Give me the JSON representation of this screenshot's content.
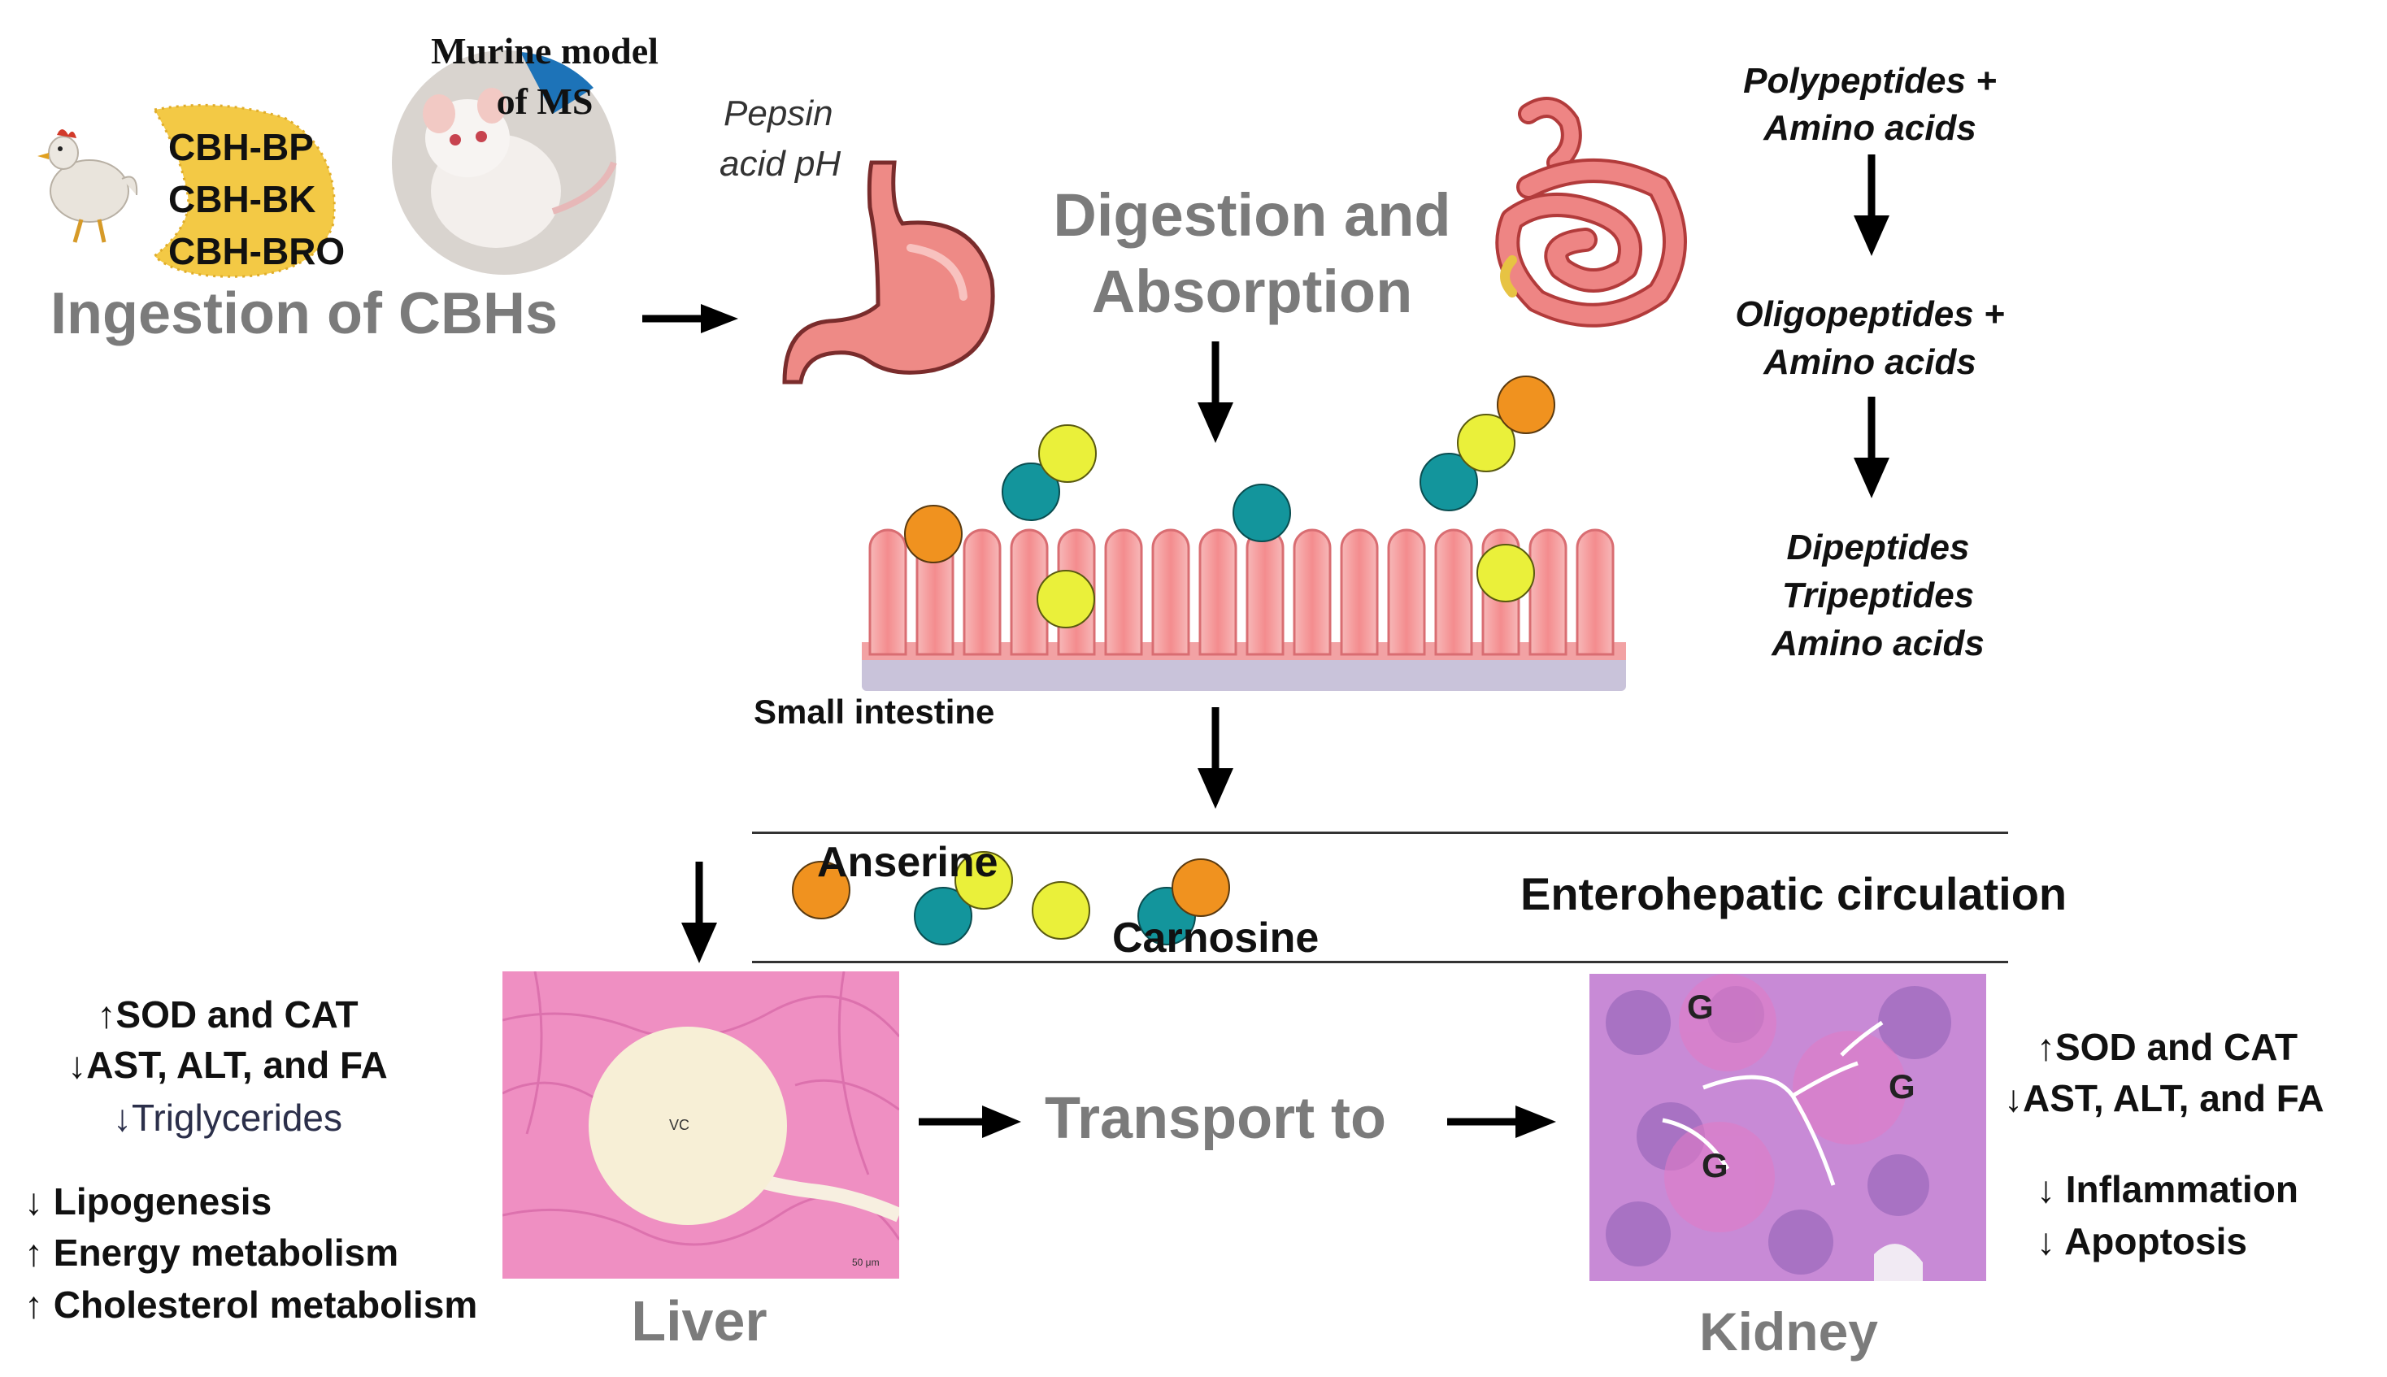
{
  "ingestion": {
    "model_line1": "Murine model",
    "model_line2": "of MS",
    "products": [
      "CBH-BP",
      "CBH-BK",
      "CBH-BRO"
    ],
    "title": "Ingestion of CBHs"
  },
  "stomach": {
    "line1": "Pepsin",
    "line2": "acid pH"
  },
  "digestion": {
    "line1": "Digestion and",
    "line2": "Absorption"
  },
  "peptides": {
    "step1": [
      "Polypeptides +",
      "Amino acids"
    ],
    "step2": [
      "Oligopeptides +",
      "Amino acids"
    ],
    "step3": [
      "Dipeptides",
      "Tripeptides",
      "Amino acids"
    ]
  },
  "intestine": {
    "label": "Small intestine"
  },
  "circulation": {
    "anserine": "Anserine",
    "carnosine": "Carnosine",
    "label": "Enterohepatic circulation"
  },
  "liver": {
    "label": "Liver",
    "vc": "VC",
    "scale": "50 μm",
    "effects_top": [
      "↑SOD and CAT",
      "↓AST, ALT, and FA",
      "↓Triglycerides"
    ],
    "effects_bottom": [
      "↓ Lipogenesis",
      "↑ Energy metabolism",
      "↑ Cholesterol metabolism"
    ]
  },
  "transport": {
    "label": "Transport to"
  },
  "kidney": {
    "label": "Kidney",
    "glomerulus": [
      "G",
      "G",
      "G"
    ],
    "effects_top": [
      "↑SOD and CAT",
      "↓AST, ALT, and FA"
    ],
    "effects_bottom": [
      "↓ Inflammation",
      "↓ Apoptosis"
    ]
  },
  "colors": {
    "orange": "#f0921f",
    "teal": "#13959c",
    "yellow": "#eaf03a",
    "gray_text": "#7b7b7b",
    "liver_tissue": "#ef8fc2",
    "kidney_tissue": "#c88ad6"
  }
}
